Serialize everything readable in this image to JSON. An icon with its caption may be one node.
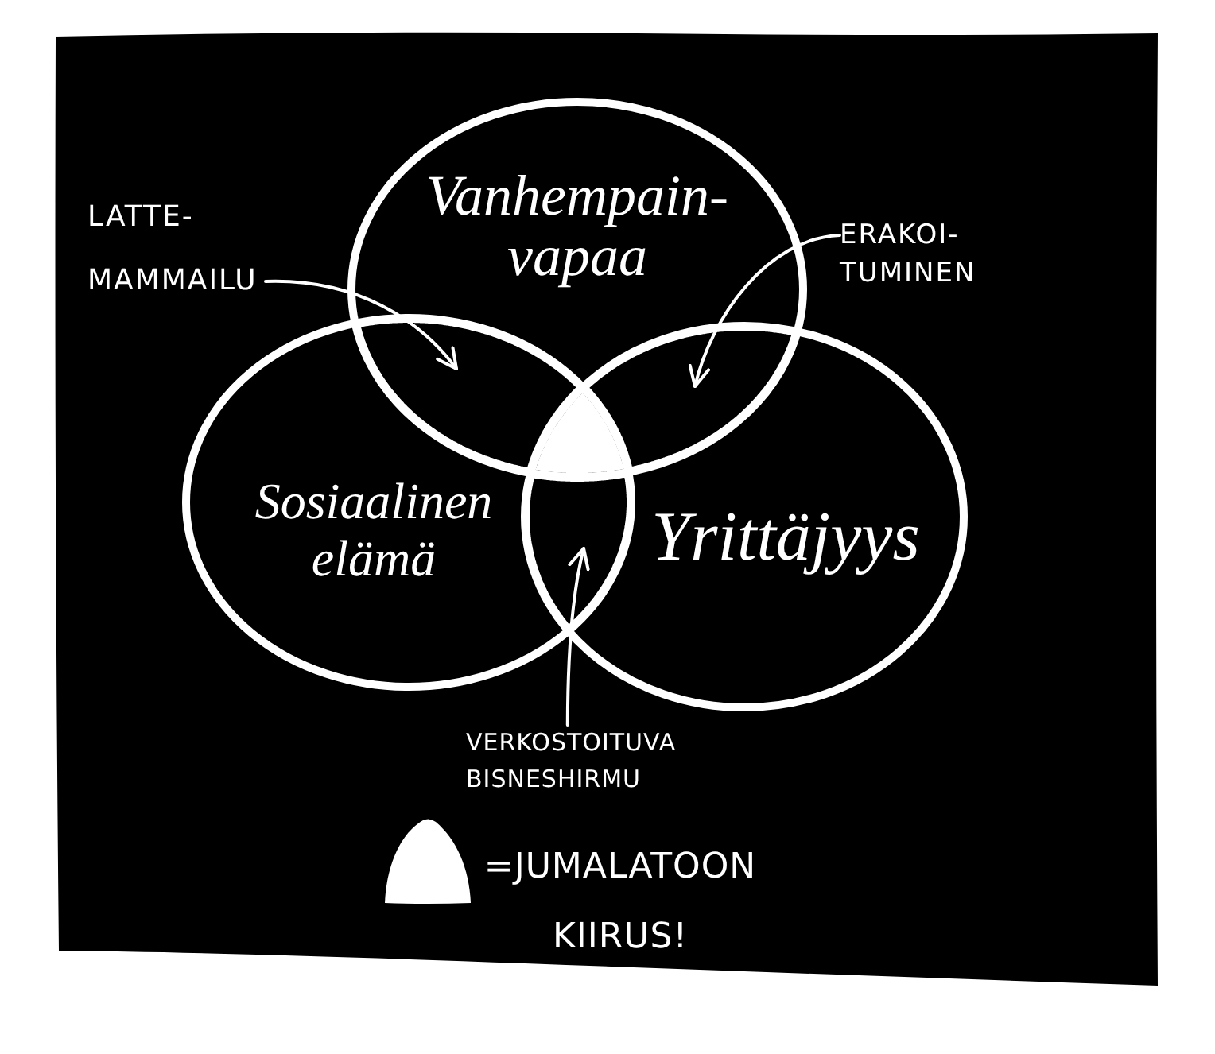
{
  "diagram": {
    "nodes": [
      {
        "text": [
          "LATTE- MAMMAILU"
        ]
      },
      {
        "text": [
          "Vanhempain- vapaa"
        ]
      },
      {
        "text": [
          "ERAKOI- TUMINEN"
        ]
      },
      {
        "text": [],
        "shape": "lens"
      },
      {
        "text": [],
        "shape": "lens"
      },
      {
        "text": [],
        "shape": "dome"
      },
      {
        "text": [
          "Sosiaalinen elämä"
        ]
      },
      {
        "text": [
          "Yrittäjyys"
        ]
      },
      {
        "text": [],
        "shape": "lens"
      },
      {
        "text": [
          "VERKOSTOITUVA BISNESHIRMU"
        ]
      }
    ],
    "edges": [
      {
        "from": 0,
        "to": 3,
        "arrow": "to"
      },
      {
        "from": 2,
        "to": 4,
        "arrow": "to"
      },
      {
        "from": 9,
        "to": 8,
        "arrow": "to"
      }
    ],
    "legend": [
      {
        "text": "=JUMALATOON KIIRUS!"
      }
    ]
  }
}
